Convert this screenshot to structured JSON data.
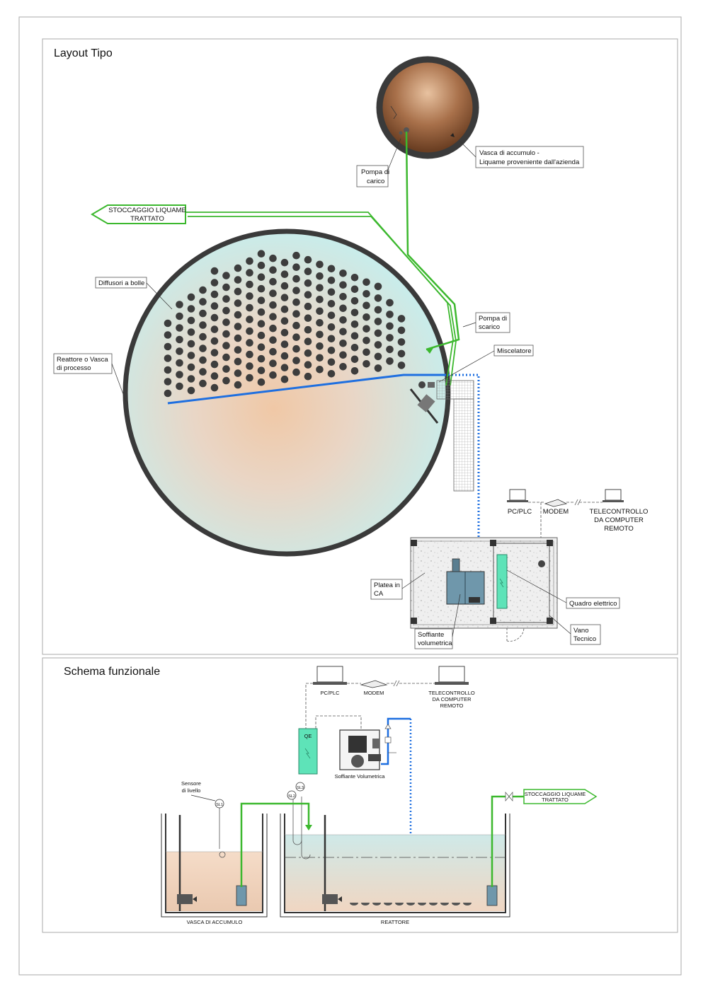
{
  "sections": {
    "layout_title": "Layout Tipo",
    "schema_title": "Schema funzionale"
  },
  "layout": {
    "storage_tank_label": [
      "Vasca di accumulo -",
      "Liquame proveniente dall'azienda"
    ],
    "load_pump_label": [
      "Pompa di",
      "carico"
    ],
    "treated_storage_label": [
      "STOCCAGGIO LIQUAME",
      "TRATTATO"
    ],
    "diffusers_label": "Diffusori a bolle",
    "reactor_label": [
      "Reattore o Vasca",
      "di processo"
    ],
    "discharge_pump_label": [
      "Pompa di",
      "scarico"
    ],
    "mixer_label": "Miscelatore",
    "pcplc_label": "PC/PLC",
    "modem_label": "MODEM",
    "remote_label": [
      "TELECONTROLLO",
      "DA COMPUTER",
      "REMOTO"
    ],
    "slab_label": [
      "Platea in",
      "CA"
    ],
    "panel_label": "Quadro elettrico",
    "blower_label": [
      "Soffiante",
      "volumetrica"
    ],
    "tech_room_label": [
      "Vano",
      "Tecnico"
    ]
  },
  "schema": {
    "pcplc_label": "PC/PLC",
    "modem_label": "MODEM",
    "remote_label": [
      "TELECONTROLLO",
      "DA COMPUTER",
      "REMOTO"
    ],
    "qe_label": "QE",
    "blower_label": "Soffiante Volumetrica",
    "level_sensor_label": [
      "Sensore",
      "di livello"
    ],
    "sensor_tags": [
      "SL1",
      "SL2",
      "SL3"
    ],
    "treated_storage_label": [
      "STOCCAGGIO LIQUAME",
      "TRATTATO"
    ],
    "storage_tank_label": "VASCA DI ACCUMULO",
    "reactor_label": "REATTORE"
  },
  "colors": {
    "slurry_pipe": "#3cb82e",
    "air_pipe": "#1e6fe0",
    "tank_wall": "#3a3a3a",
    "reactor_water": "#d2ecea",
    "slurry": "#efd2bd"
  }
}
